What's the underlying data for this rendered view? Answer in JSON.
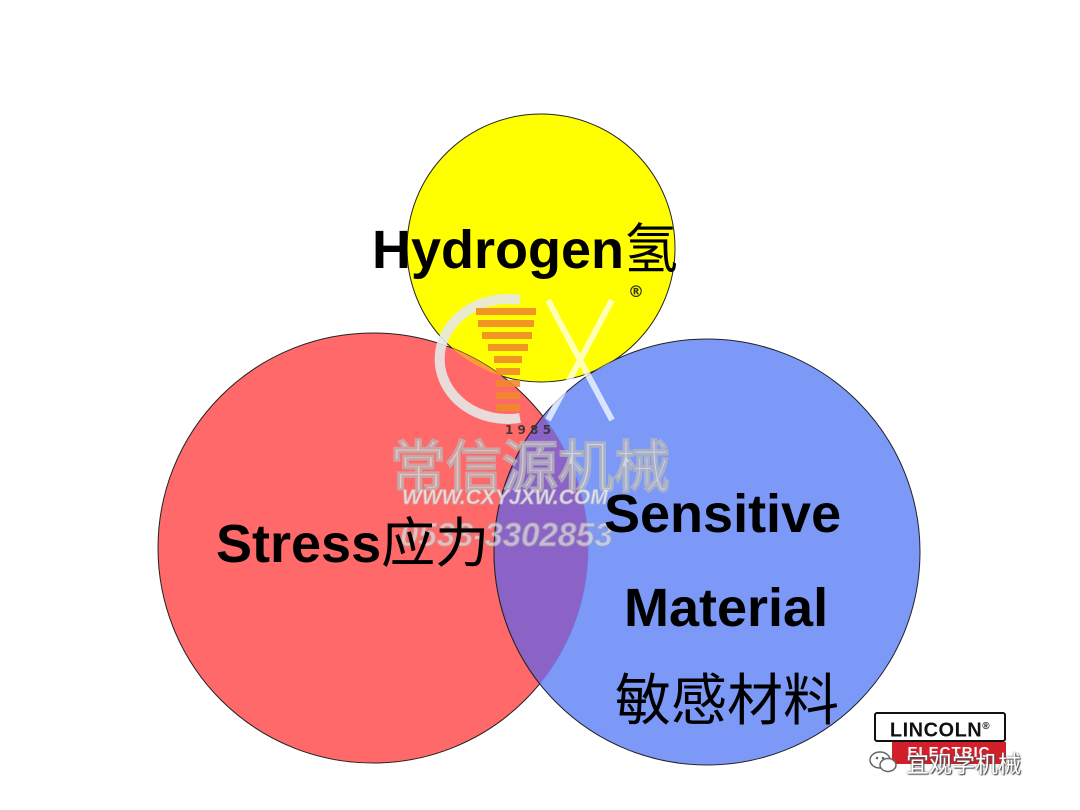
{
  "diagram": {
    "circles": [
      {
        "id": "hydrogen",
        "label": "Hydrogen",
        "label_cjk": "氢",
        "fill": "#ffff00"
      },
      {
        "id": "stress",
        "label": "Stress",
        "label_cjk": "应力",
        "fill": "#ff5f5f"
      },
      {
        "id": "material",
        "label_line1": "Sensitive",
        "label_line2": "Material",
        "label_cjk": "敏感材料",
        "fill": "#6f8ff7"
      }
    ]
  },
  "watermark": {
    "year": "1 9 8 5",
    "registered": "®",
    "company": "常信源机械",
    "url": "WWW.CXYJXW.COM",
    "phone": "0533-3302853"
  },
  "logo": {
    "top": "LINCOLN",
    "registered": "®",
    "bottom": "ELECTRIC"
  },
  "caption": {
    "account": "宜观学机械"
  },
  "colors": {
    "hydrogen": "#ffff00",
    "stress": "#ff5f5f",
    "material": "#6f8ff7",
    "overlap": "#8a66c8",
    "lincoln_red": "#d21f2a"
  }
}
